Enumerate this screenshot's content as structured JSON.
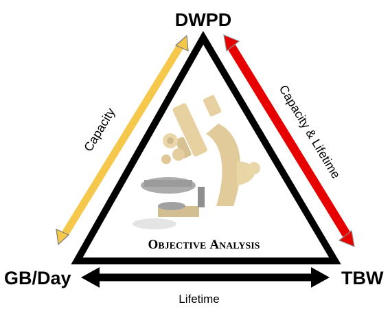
{
  "vertices": {
    "top": "DWPD",
    "left": "GB/Day",
    "right": "TBW"
  },
  "edges": {
    "left": "Capacity",
    "right": "Capacity & Lifetime",
    "bottom": "Lifetime"
  },
  "center": {
    "brand_first": "O",
    "brand_first_rest": "BJECTIVE",
    "brand_second": "A",
    "brand_second_rest": "NALYSIS",
    "image_icon": "microscope-icon"
  },
  "colors": {
    "left_arrow": "#f5c84c",
    "left_arrow_stroke": "#7a7a7a",
    "right_arrow": "#e60000",
    "right_arrow_stroke": "#8a8a8a",
    "bottom_arrow": "#000000",
    "triangle_stroke": "#000000"
  }
}
